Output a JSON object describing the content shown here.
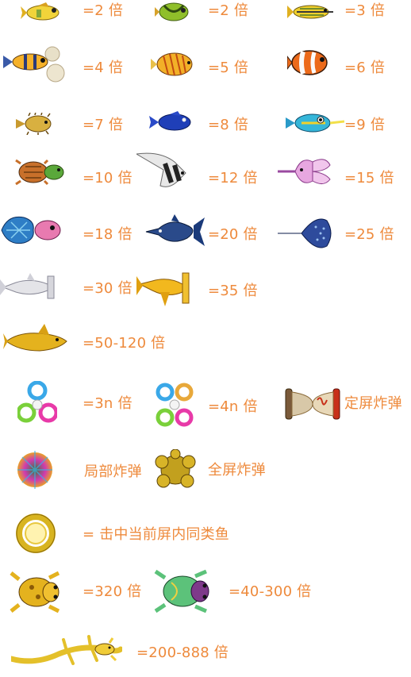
{
  "payout_table": {
    "accent_color": "#ee8a3c",
    "rows": [
      [
        {
          "icon": "yellow-fish-icon",
          "label": "=2 倍"
        },
        {
          "icon": "green-pufferfish-icon",
          "label": "=2 倍"
        },
        {
          "icon": "striped-yellow-fish-icon",
          "label": "=3 倍"
        }
      ],
      [
        {
          "icon": "clownfish-with-bubbles-icon",
          "label": "=4 倍"
        },
        {
          "icon": "orange-striped-angelfish-icon",
          "label": "=5 倍"
        },
        {
          "icon": "clownfish-icon",
          "label": "=6 倍"
        }
      ],
      [
        {
          "icon": "spiky-pufferfish-icon",
          "label": "=7 倍"
        },
        {
          "icon": "blue-fish-icon",
          "label": "=8 倍"
        },
        {
          "icon": "cyan-parrotfish-icon",
          "label": "=9 倍"
        }
      ],
      [
        {
          "icon": "turtle-icon",
          "label": "=10 倍"
        },
        {
          "icon": "moorish-idol-icon",
          "label": "=12 倍"
        },
        {
          "icon": "lionfish-icon",
          "label": "=15 倍"
        }
      ],
      [
        {
          "icon": "blue-lantern-fish-icon",
          "label": "=18 倍"
        },
        {
          "icon": "swordfish-icon",
          "label": "=20 倍"
        },
        {
          "icon": "manta-ray-icon",
          "label": "=25 倍"
        }
      ],
      [
        {
          "icon": "silver-hammerhead-icon",
          "label": "=30 倍"
        },
        {
          "icon": "golden-hammerhead-icon",
          "label": "=35 倍"
        }
      ],
      [
        {
          "icon": "golden-shark-icon",
          "label": "=50-120 倍"
        }
      ],
      [
        {
          "icon": "gem-fidget-3-icon",
          "label": "=3n 倍"
        },
        {
          "icon": "gem-fidget-4-icon",
          "label": "=4n 倍"
        },
        {
          "icon": "hourglass-icon",
          "label": "定屏炸弹"
        }
      ],
      [
        {
          "icon": "rainbow-urchin-icon",
          "label": "局部炸弹"
        },
        {
          "icon": "gold-nugget-bomb-icon",
          "label": "全屏炸弹"
        }
      ],
      [
        {
          "icon": "golden-ring-icon",
          "label": "= 击中当前屏内同类鱼"
        }
      ],
      [
        {
          "icon": "golden-frog-icon",
          "label": "=320 倍"
        },
        {
          "icon": "green-frog-icon",
          "label": "=40-300 倍"
        }
      ],
      [
        {
          "icon": "golden-salamander-icon",
          "label": "=200-888 倍"
        }
      ]
    ]
  }
}
